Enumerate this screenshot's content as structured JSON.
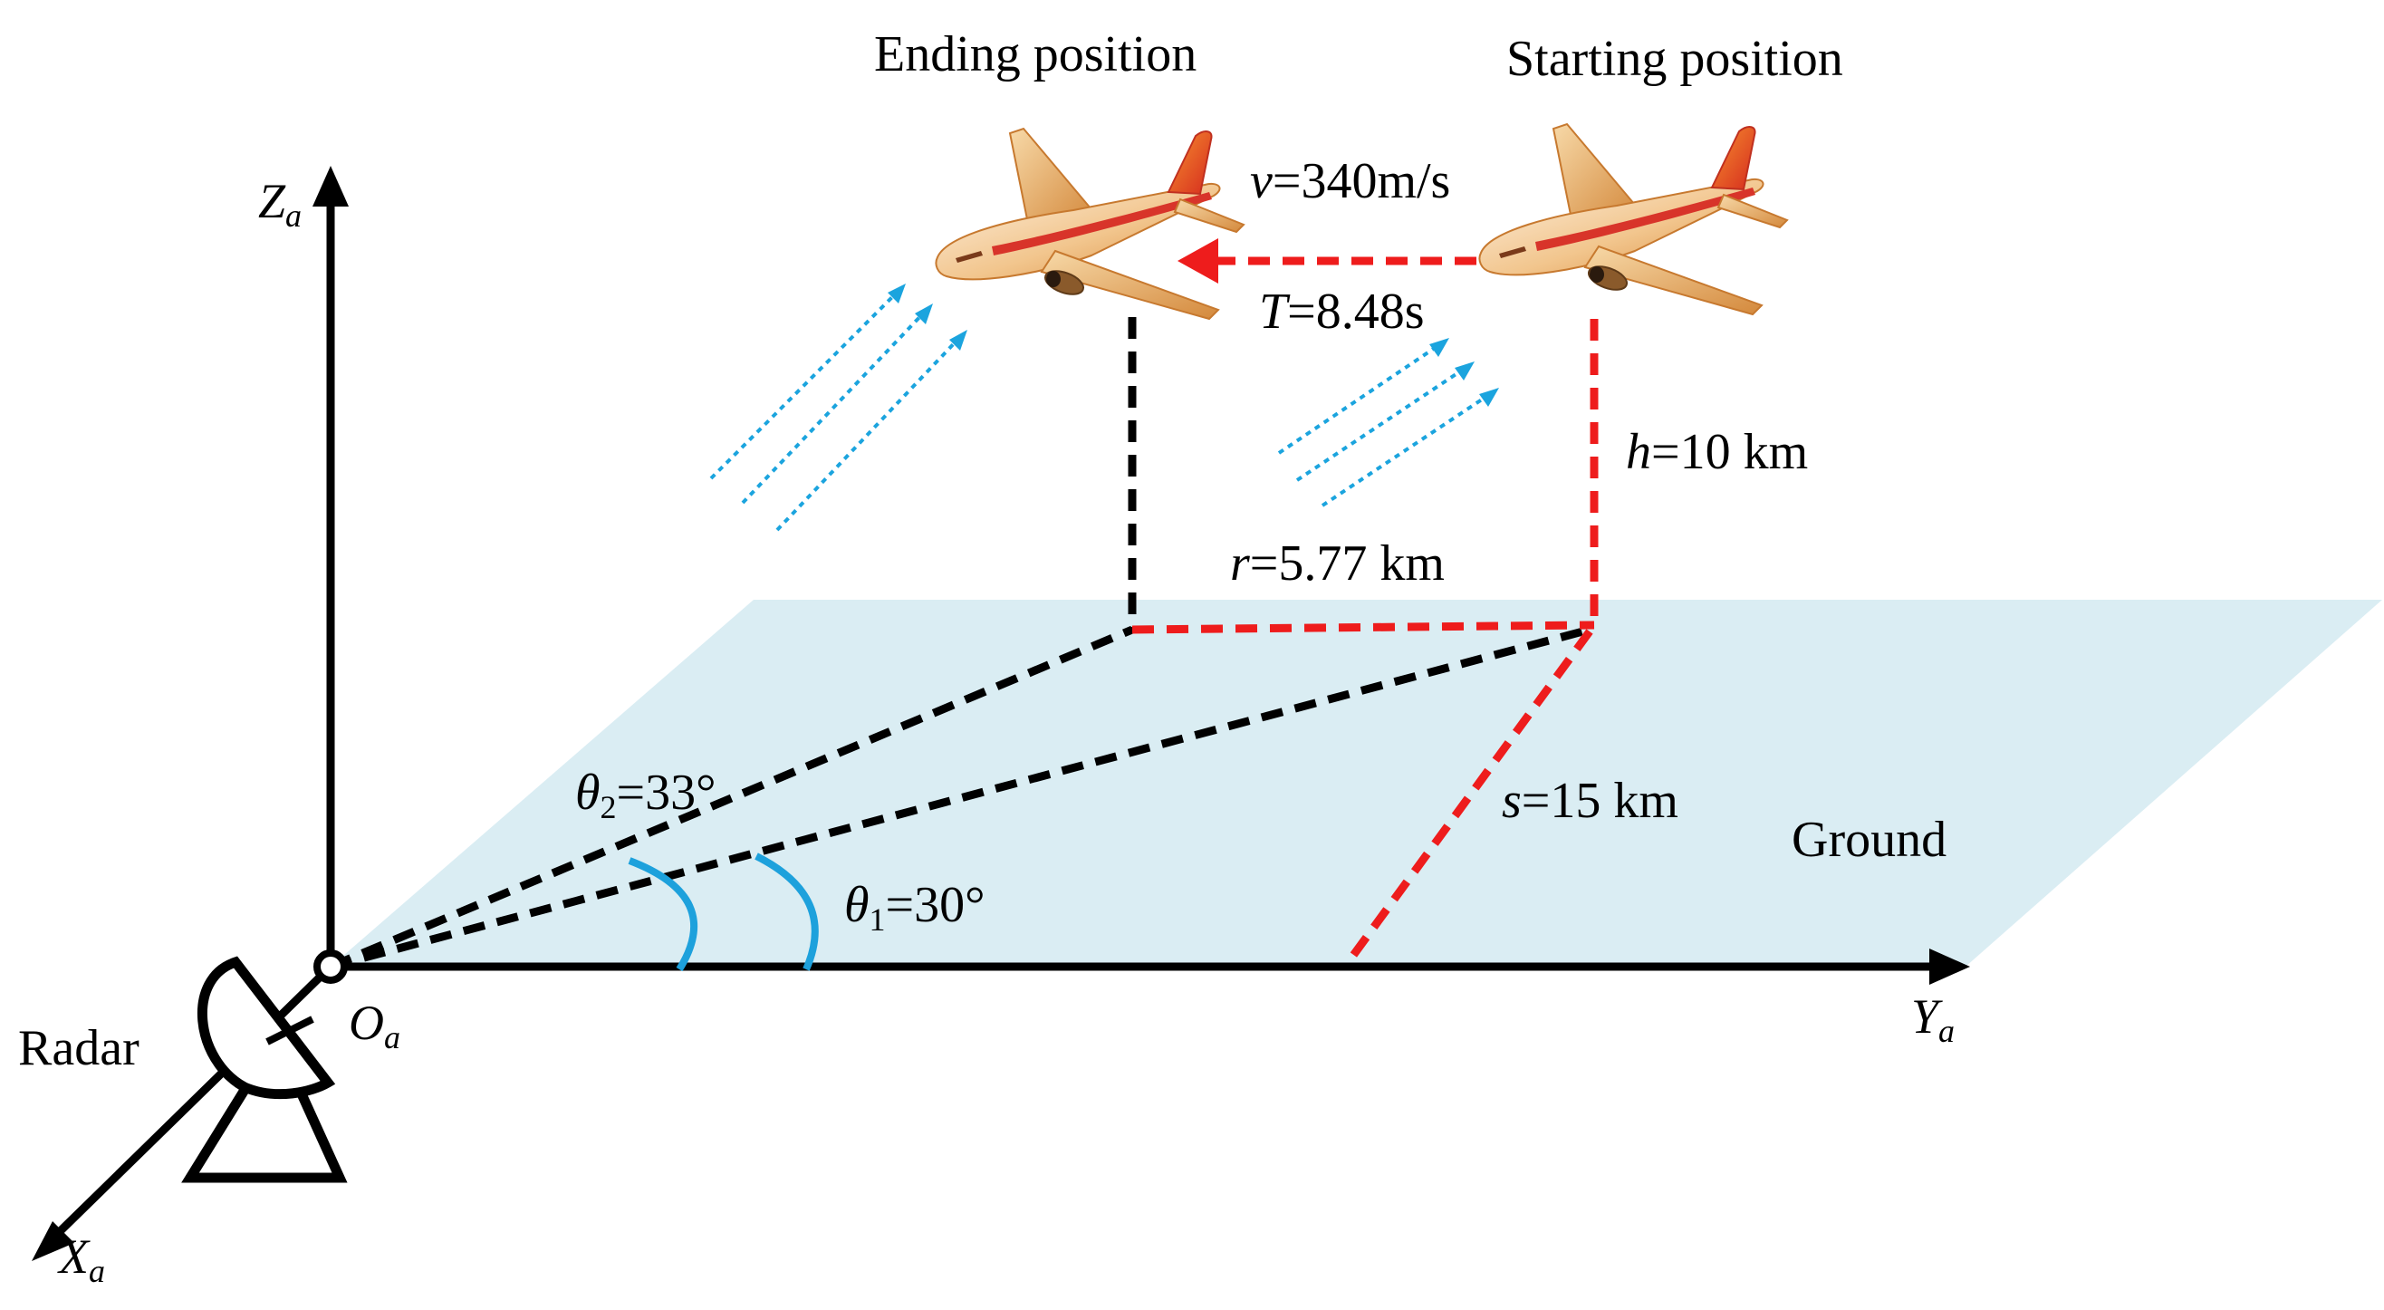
{
  "labels": {
    "ending_position": "Ending position",
    "starting_position": "Starting position",
    "ground": "Ground",
    "radar": "Radar"
  },
  "axes": {
    "z": {
      "letter": "Z",
      "sub": "a"
    },
    "y": {
      "letter": "Y",
      "sub": "a"
    },
    "x": {
      "letter": "X",
      "sub": "a"
    },
    "origin": {
      "letter": "O",
      "sub": "a"
    }
  },
  "params": {
    "velocity": {
      "symbol": "v",
      "text": "=340m/s"
    },
    "time": {
      "symbol": "T",
      "text": "=8.48s"
    },
    "height": {
      "symbol": "h",
      "text": "=10 km"
    },
    "range": {
      "symbol": "r",
      "text": "=5.77 km"
    },
    "offset": {
      "symbol": "s",
      "text": "=15 km"
    },
    "theta1": {
      "symbol": "θ",
      "sub": "1",
      "text": "=30°"
    },
    "theta2": {
      "symbol": "θ",
      "sub": "2",
      "text": "=33°"
    }
  },
  "colors": {
    "ground": "#daedf3",
    "red_dash": "#ee1c1c",
    "black_dash": "#000000",
    "arc_blue": "#1da1dc",
    "wave_blue": "#1ba4de"
  },
  "icons": [
    "airplane-icon",
    "radar-dish-icon",
    "signal-wave-icon"
  ]
}
